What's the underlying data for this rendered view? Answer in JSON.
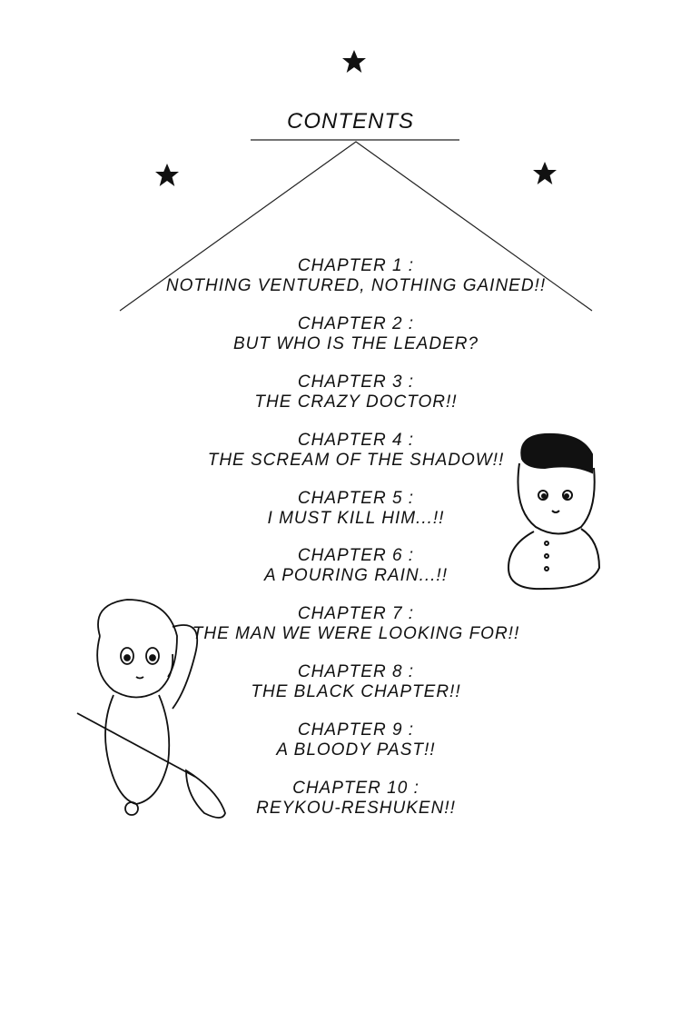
{
  "page": {
    "title": "CONTENTS",
    "chapters": [
      {
        "label": "CHAPTER 1 :",
        "title": "NOTHING VENTURED, NOTHING GAINED!!"
      },
      {
        "label": "CHAPTER 2 :",
        "title": "BUT WHO IS THE LEADER?"
      },
      {
        "label": "CHAPTER 3 :",
        "title": "THE CRAZY DOCTOR!!"
      },
      {
        "label": "CHAPTER 4 :",
        "title": "THE SCREAM OF THE SHADOW!!"
      },
      {
        "label": "CHAPTER 5 :",
        "title": "I MUST KILL HIM...!!"
      },
      {
        "label": "CHAPTER 6 :",
        "title": "A POURING RAIN...!!"
      },
      {
        "label": "CHAPTER 7 :",
        "title": "THE MAN WE WERE LOOKING FOR!!"
      },
      {
        "label": "CHAPTER 8 :",
        "title": "THE BLACK CHAPTER!!"
      },
      {
        "label": "CHAPTER 9 :",
        "title": "A BLOODY PAST!!"
      },
      {
        "label": "CHAPTER 10 :",
        "title": "REYKOU-RESHUKEN!!"
      }
    ]
  }
}
